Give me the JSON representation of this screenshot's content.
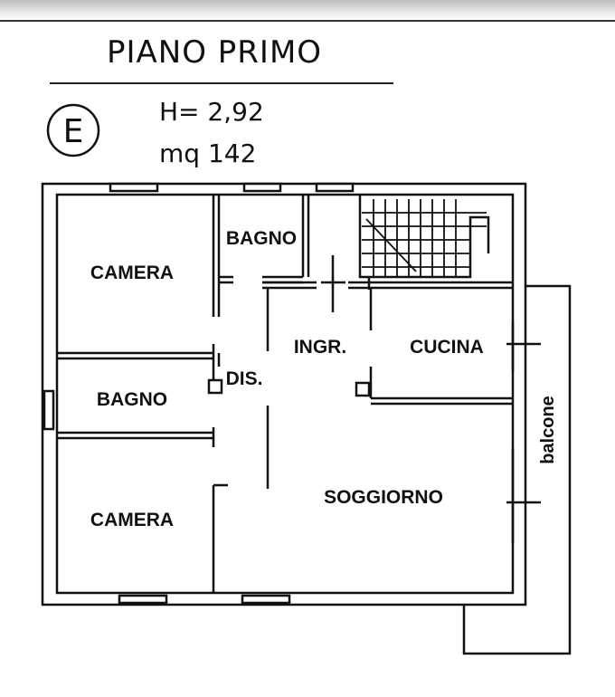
{
  "header": {
    "title": "PIANO PRIMO",
    "energy_class": "E",
    "height_label": "H= 2,92",
    "area_label": "mq 142"
  },
  "rooms": {
    "camera_top": "CAMERA",
    "bagno_top": "BAGNO",
    "ingresso": "INGR.",
    "cucina": "CUCINA",
    "bagno_left": "BAGNO",
    "disimpegno": "DIS.",
    "camera_bottom": "CAMERA",
    "soggiorno": "SOGGIORNO",
    "balcone": "balcone"
  }
}
